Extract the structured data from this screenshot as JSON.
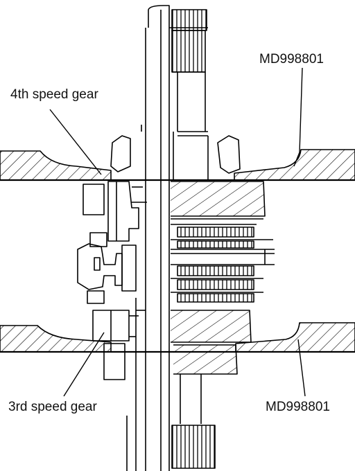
{
  "diagram": {
    "labels": {
      "tool_top": "MD998801",
      "gear_4th": "4th speed gear",
      "gear_3rd": "3rd speed gear",
      "tool_bottom": "MD998801"
    }
  }
}
